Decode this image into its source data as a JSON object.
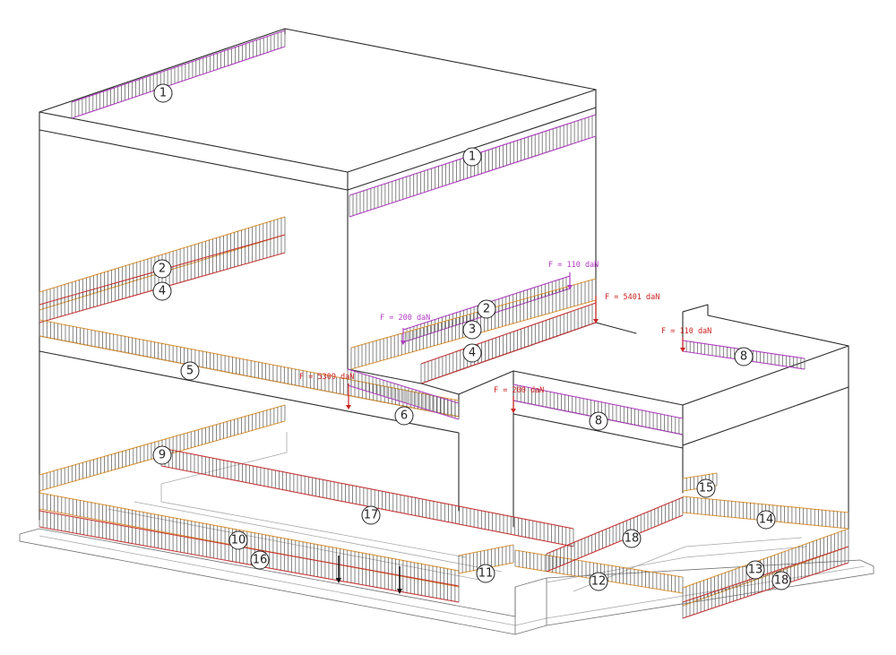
{
  "colors": {
    "structure": "#2b2b2b",
    "magenta_rail": "#b43cc6",
    "orange_rail": "#e39a3a",
    "red_rail": "#cf3434",
    "yellow_line": "#d9c54a",
    "force_magenta": "#b43cc6",
    "force_red": "#cc2222",
    "black_arrow": "#111111"
  },
  "callouts": [
    {
      "id": "c1a",
      "label": "1"
    },
    {
      "id": "c1b",
      "label": "1"
    },
    {
      "id": "c2a",
      "label": "2"
    },
    {
      "id": "c4a",
      "label": "4"
    },
    {
      "id": "c2b",
      "label": "2"
    },
    {
      "id": "c3",
      "label": "3"
    },
    {
      "id": "c4b",
      "label": "4"
    },
    {
      "id": "c5",
      "label": "5"
    },
    {
      "id": "c6",
      "label": "6"
    },
    {
      "id": "c8a",
      "label": "8"
    },
    {
      "id": "c8b",
      "label": "8"
    },
    {
      "id": "c9",
      "label": "9"
    },
    {
      "id": "c10",
      "label": "10"
    },
    {
      "id": "c16",
      "label": "16"
    },
    {
      "id": "c17",
      "label": "17"
    },
    {
      "id": "c11",
      "label": "11"
    },
    {
      "id": "c12",
      "label": "12"
    },
    {
      "id": "c18a",
      "label": "18"
    },
    {
      "id": "c15",
      "label": "15"
    },
    {
      "id": "c14",
      "label": "14"
    },
    {
      "id": "c13",
      "label": "13"
    },
    {
      "id": "c18b",
      "label": "18"
    }
  ],
  "forces": [
    {
      "id": "f110a",
      "label": "F = 110 daN",
      "color": "magenta"
    },
    {
      "id": "f5401",
      "label": "F = 5401 daN",
      "color": "red"
    },
    {
      "id": "f200a",
      "label": "F = 200 daN",
      "color": "magenta"
    },
    {
      "id": "f110b",
      "label": "F = 110 daN",
      "color": "red"
    },
    {
      "id": "f5309",
      "label": "F = 5309 daN",
      "color": "red"
    },
    {
      "id": "f200b",
      "label": "F = 200 daN",
      "color": "red"
    }
  ]
}
